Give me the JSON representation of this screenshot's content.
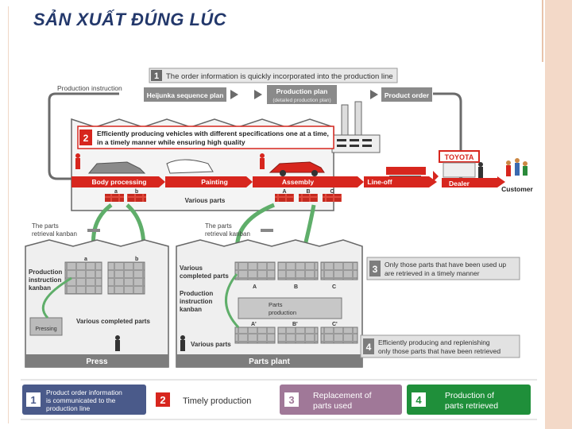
{
  "title": "SẢN XUẤT ĐÚNG LÚC",
  "steps": {
    "s1": {
      "num": "1",
      "text": "The order information is quickly incorporated into the production line"
    },
    "s2": {
      "num": "2",
      "line1": "Efficiently producing vehicles with different specifications one at a time,",
      "line2": "in a timely manner while ensuring high quality"
    },
    "s3": {
      "num": "3",
      "line1": "Only those parts that have been used up",
      "line2": "are retrieved in a timely manner"
    },
    "s4": {
      "num": "4",
      "line1": "Efficiently producing and replenishing",
      "line2": "only those parts that have been retrieved"
    }
  },
  "flow": {
    "production_instruction": "Production instruction",
    "heijunka": "Heijunka sequence plan",
    "production_plan": "Production plan",
    "production_plan_sub": "(detailed production plan)",
    "product_order": "Product order",
    "body_processing": "Body processing",
    "painting": "Painting",
    "assembly": "Assembly",
    "line_off": "Line-off",
    "dealer": "Dealer",
    "customer": "Customer",
    "toyota": "TOYOTA",
    "various_parts": "Various parts",
    "a": "a",
    "b": "b",
    "A": "A",
    "B": "B",
    "C": "C"
  },
  "press": {
    "kanban1": "The parts",
    "kanban2": "retrieval kanban",
    "pik1": "Production",
    "pik2": "instruction",
    "pik3": "kanban",
    "various_completed": "Various completed parts",
    "pressing": "Pressing",
    "label": "Press",
    "a": "a",
    "b": "b"
  },
  "parts_plant": {
    "kanban1": "The parts",
    "kanban2": "retrieval kanban",
    "vcp1": "Various",
    "vcp2": "completed parts",
    "pik1": "Production",
    "pik2": "instruction",
    "pik3": "kanban",
    "parts_production1": "Parts",
    "parts_production2": "production",
    "various_parts": "Various parts",
    "label": "Parts plant",
    "A": "A",
    "B": "B",
    "C": "C",
    "A2": "A'",
    "B2": "B'",
    "C2": "C'"
  },
  "legend": [
    {
      "num": "1",
      "line1": "Product order information",
      "line2": "is communicated to the",
      "line3": "production line",
      "color": "#4a5a8a"
    },
    {
      "num": "2",
      "line1": "Timely production",
      "line2": "",
      "line3": "",
      "color": "#ffffff"
    },
    {
      "num": "3",
      "line1": "Replacement of",
      "line2": "parts used",
      "line3": "",
      "color": "#a07898"
    },
    {
      "num": "4",
      "line1": "Production of",
      "line2": "parts retrieved",
      "line3": "",
      "color": "#1f8f3a"
    }
  ],
  "colors": {
    "title": "#23386b",
    "red": "#d7261e",
    "gray_box": "#7d7d7d",
    "green": "#1f8f3a"
  }
}
